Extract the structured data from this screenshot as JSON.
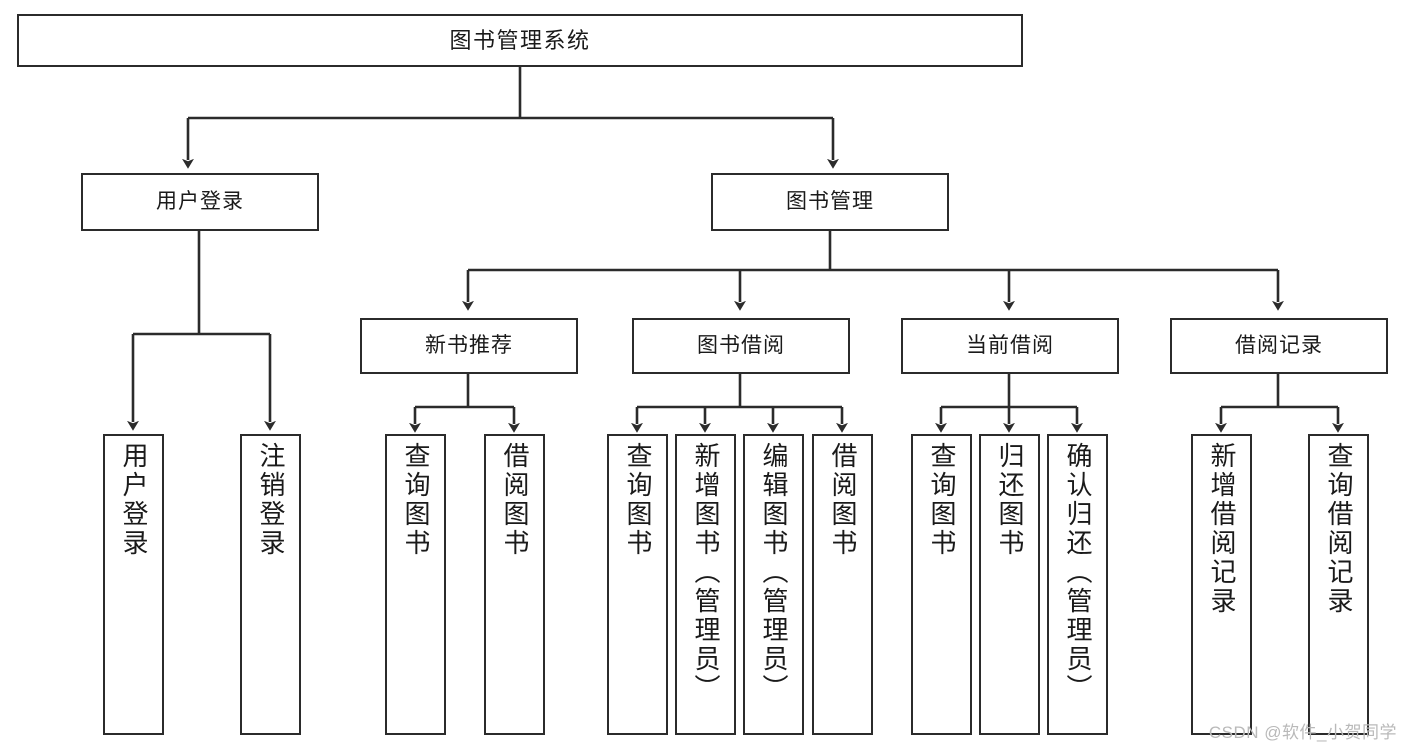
{
  "diagram": {
    "title": "图书管理系统",
    "watermark": "CSDN @软件_小贺同学",
    "colors": {
      "stroke": "#2b2b2b",
      "fill": "#ffffff",
      "text": "#1a1a1a",
      "watermark": "#b9b9b9"
    },
    "root": {
      "label": "图书管理系统"
    },
    "level1": [
      {
        "id": "user-login",
        "label": "用户登录"
      },
      {
        "id": "book-manage",
        "label": "图书管理"
      }
    ],
    "level2": [
      {
        "id": "new-book-recommend",
        "label": "新书推荐"
      },
      {
        "id": "book-borrow",
        "label": "图书借阅"
      },
      {
        "id": "current-borrow",
        "label": "当前借阅"
      },
      {
        "id": "borrow-record",
        "label": "借阅记录"
      }
    ],
    "leaves": {
      "user-login": [
        {
          "id": "leaf-user-login",
          "label": "用户登录"
        },
        {
          "id": "leaf-logout",
          "label": "注销登录"
        }
      ],
      "new-book-recommend": [
        {
          "id": "leaf-query-book-1",
          "label": "查询图书"
        },
        {
          "id": "leaf-borrow-book-1",
          "label": "借阅图书"
        }
      ],
      "book-borrow": [
        {
          "id": "leaf-query-book-2",
          "label": "查询图书"
        },
        {
          "id": "leaf-add-book",
          "label": "新增图书（管理员）"
        },
        {
          "id": "leaf-edit-book",
          "label": "编辑图书（管理员）"
        },
        {
          "id": "leaf-borrow-book-2",
          "label": "借阅图书"
        }
      ],
      "current-borrow": [
        {
          "id": "leaf-query-book-3",
          "label": "查询图书"
        },
        {
          "id": "leaf-return-book",
          "label": "归还图书"
        },
        {
          "id": "leaf-confirm-return",
          "label": "确认归还（管理员）"
        }
      ],
      "borrow-record": [
        {
          "id": "leaf-add-record",
          "label": "新增借阅记录"
        },
        {
          "id": "leaf-query-record",
          "label": "查询借阅记录"
        }
      ]
    }
  }
}
